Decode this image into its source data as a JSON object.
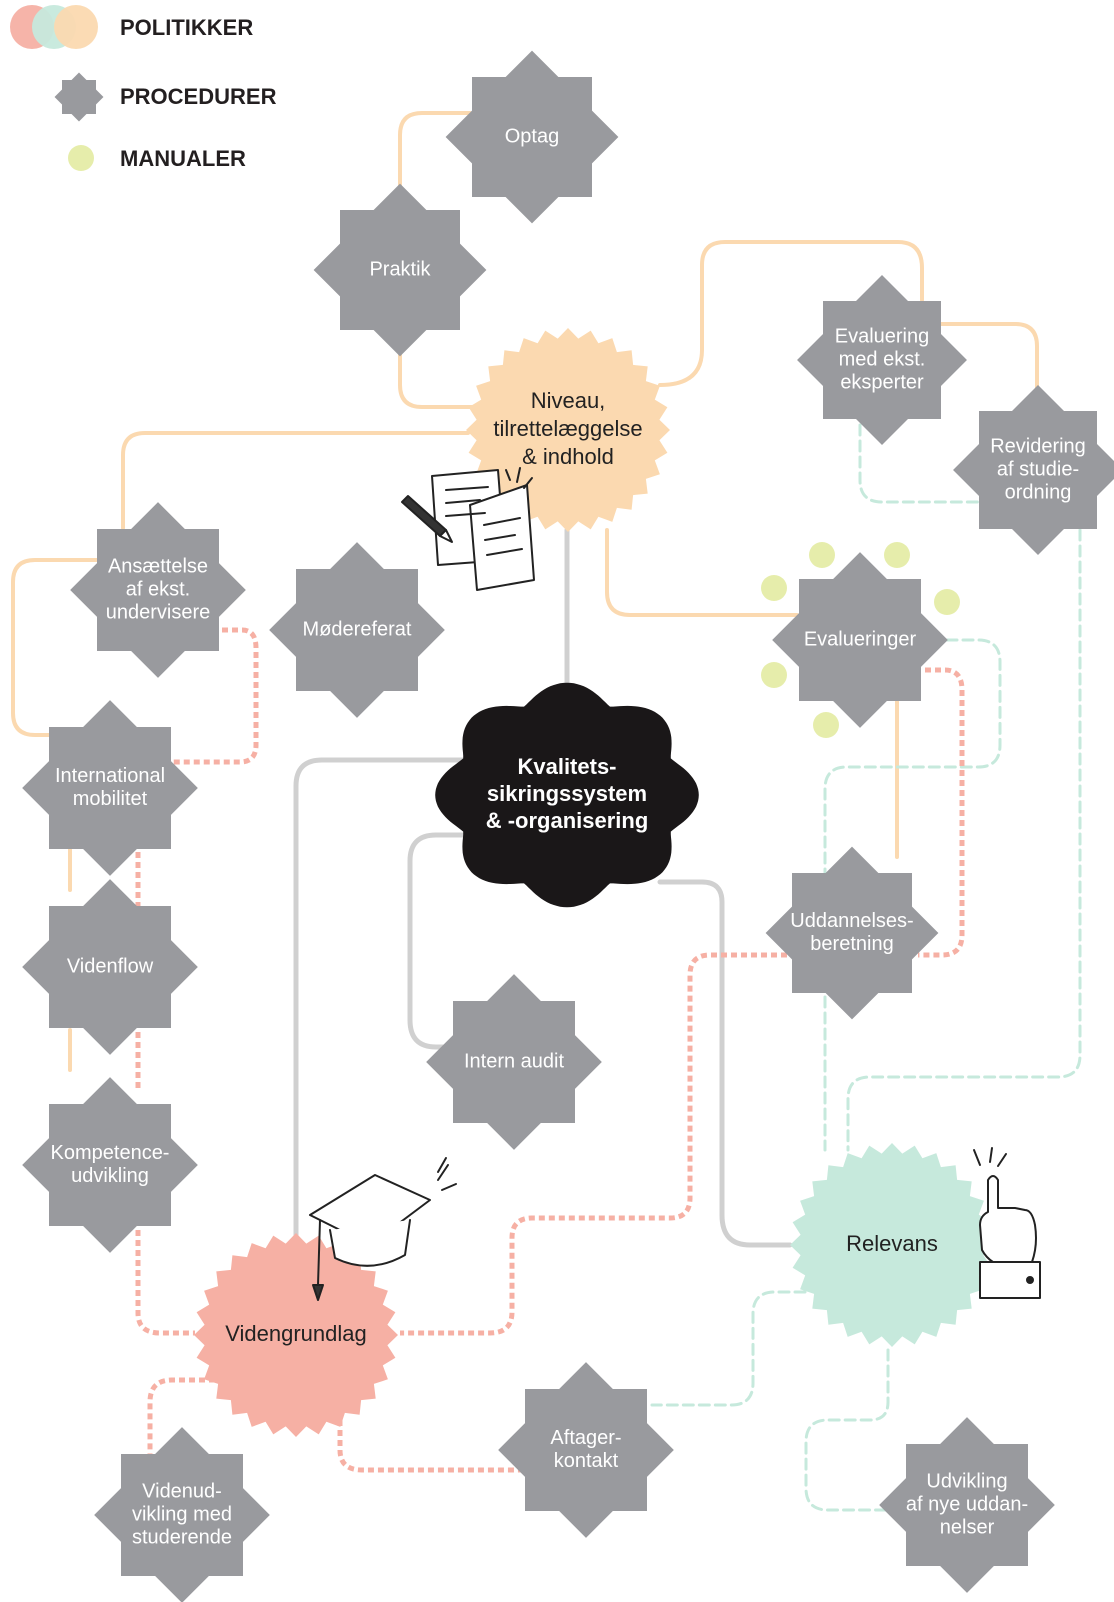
{
  "legend": {
    "policies": "POLITIKKER",
    "procedures": "PROCEDURER",
    "manuals": "MANUALER"
  },
  "colors": {
    "orange": "#fbd9b0",
    "green": "#c6e9dc",
    "red": "#f6b0a4",
    "gray": "#999a9e",
    "black": "#1a1718",
    "yellow": "#e6edab",
    "line_gray": "#d0d0d0"
  },
  "core": {
    "lines": [
      "Kvalitets-",
      "sikringssystem",
      "& -organisering"
    ]
  },
  "policies": {
    "niveau": {
      "lines": [
        "Niveau,",
        "tilrettelæggelse",
        "& indhold"
      ]
    },
    "relevans": {
      "lines": [
        "Relevans"
      ]
    },
    "videngrundlag": {
      "lines": [
        "Videngrundlag"
      ]
    }
  },
  "procedures": {
    "optag": {
      "lines": [
        "Optag"
      ]
    },
    "praktik": {
      "lines": [
        "Praktik"
      ]
    },
    "evaluering_eksperter": {
      "lines": [
        "Evaluering",
        "med ekst.",
        "eksperter"
      ]
    },
    "revidering": {
      "lines": [
        "Revidering",
        "af studie-",
        "ordning"
      ]
    },
    "ansaettelse": {
      "lines": [
        "Ansættelse",
        "af ekst.",
        "undervisere"
      ]
    },
    "moedereferat": {
      "lines": [
        "Mødereferat"
      ]
    },
    "evalueringer": {
      "lines": [
        "Evalueringer"
      ]
    },
    "international": {
      "lines": [
        "International",
        "mobilitet"
      ]
    },
    "videnflow": {
      "lines": [
        "Videnflow"
      ]
    },
    "uddannelsesberetning": {
      "lines": [
        "Uddannelses-",
        "beretning"
      ]
    },
    "intern_audit": {
      "lines": [
        "Intern audit"
      ]
    },
    "kompetence": {
      "lines": [
        "Kompetence-",
        "udvikling"
      ]
    },
    "aftagerkontakt": {
      "lines": [
        "Aftager-",
        "kontakt"
      ]
    },
    "udvikling": {
      "lines": [
        "Udvikling",
        "af nye uddan-",
        "nelser"
      ]
    },
    "videnudvikling": {
      "lines": [
        "Videnud-",
        "vikling med",
        "studerende"
      ]
    }
  }
}
